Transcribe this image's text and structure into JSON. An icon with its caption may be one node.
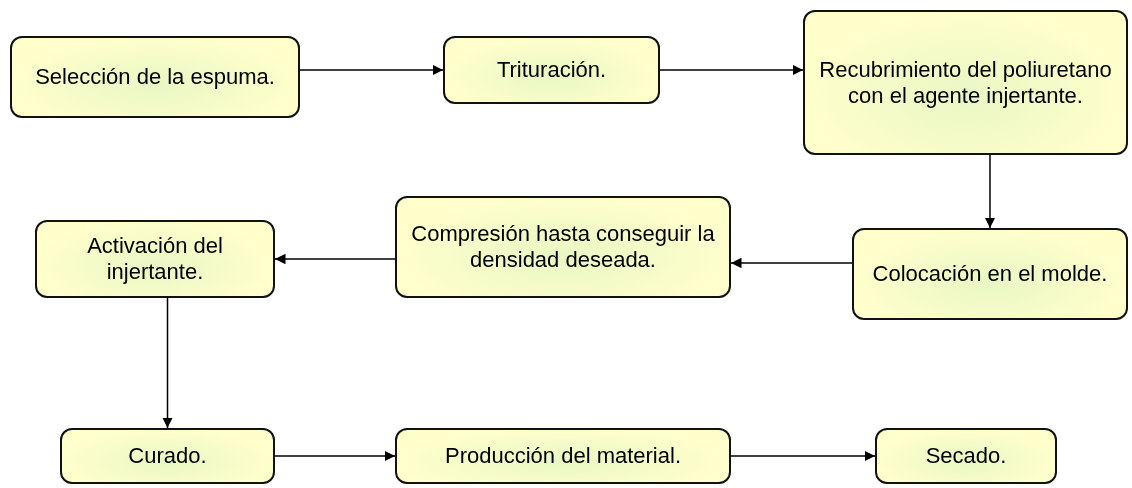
{
  "diagram": {
    "nodes": [
      {
        "text": [
          "Selección de la espuma."
        ]
      },
      {
        "text": [
          "Trituración."
        ]
      },
      {
        "text": [
          "Recubrimiento del poliuretano con el agente injertante."
        ]
      },
      {
        "text": [
          "Colocación en el molde."
        ]
      },
      {
        "text": [
          "Compresión hasta conseguir la densidad deseada."
        ]
      },
      {
        "text": [
          "Activación del injertante."
        ]
      },
      {
        "text": [
          "Curado."
        ]
      },
      {
        "text": [
          "Producción del material."
        ]
      },
      {
        "text": [
          "Secado."
        ]
      }
    ],
    "edges": [
      {
        "from": 0,
        "to": 1,
        "arrow": "to"
      },
      {
        "from": 1,
        "to": 2,
        "arrow": "to"
      },
      {
        "from": 2,
        "to": 3,
        "arrow": "to"
      },
      {
        "from": 3,
        "to": 4,
        "arrow": "to"
      },
      {
        "from": 4,
        "to": 5,
        "arrow": "to"
      },
      {
        "from": 5,
        "to": 6,
        "arrow": "to"
      },
      {
        "from": 6,
        "to": 7,
        "arrow": "to"
      },
      {
        "from": 7,
        "to": 8,
        "arrow": "to"
      }
    ]
  }
}
